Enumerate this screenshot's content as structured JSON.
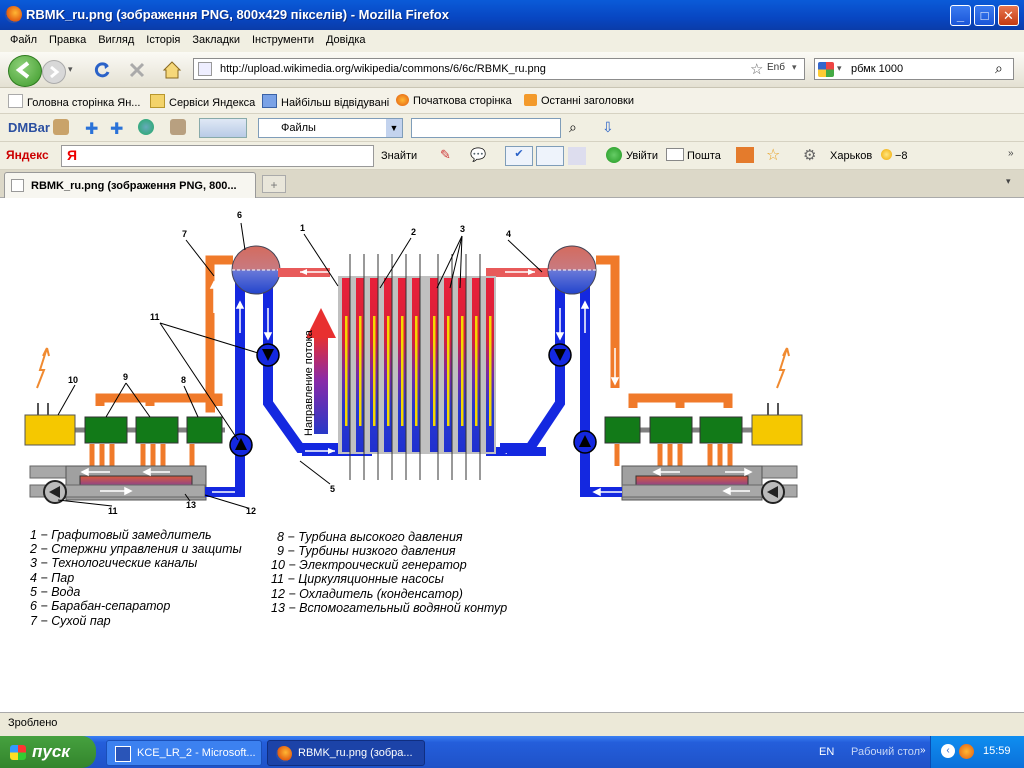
{
  "window": {
    "title": "RBMK_ru.png (зображення PNG, 800x429 пікселів) - Mozilla Firefox"
  },
  "menu": [
    "Файл",
    "Правка",
    "Вигляд",
    "Історія",
    "Закладки",
    "Інструменти",
    "Довідка"
  ],
  "nav": {
    "url": "http://upload.wikimedia.org/wikipedia/commons/6/6c/RBMK_ru.png",
    "search_value": "рбмк 1000",
    "search_engine": "Enб"
  },
  "bookmarks": [
    "Головна сторінка Ян...",
    "Сервіси Яндекса",
    "Найбільш відвідувані",
    "Початкова сторінка",
    "Останні заголовки"
  ],
  "dmbar": {
    "logo": "DMBar",
    "folder_select": "Файлы"
  },
  "yandex": {
    "logo": "Яндекс",
    "find": "Знайти",
    "login": "Увійти",
    "mail": "Пошта",
    "city": "Харьков",
    "temp": "−8"
  },
  "tab": {
    "label": "RBMK_ru.png (зображення PNG, 800..."
  },
  "status": {
    "text": "Зроблено"
  },
  "taskbar": {
    "start": "пуск",
    "items": [
      "KCE_LR_2 - Microsoft...",
      "RBMK_ru.png (зобра..."
    ],
    "lang": "EN",
    "desktop": "Рабочий стол",
    "clock": "15:59"
  },
  "diagram": {
    "flow_label": "Направление потока",
    "numbers": [
      "1",
      "2",
      "3",
      "4",
      "5",
      "6",
      "7",
      "8",
      "9",
      "10",
      "11",
      "12",
      "13"
    ],
    "legend_left": [
      "1 − Графитовый замедлитель",
      "2 − Стержни  управления и  защиты",
      "3  − Технологические каналы",
      "4 − Пар",
      "5 − Вода",
      "6 − Барабан-сепаратор",
      "7 − Сухой пар"
    ],
    "legend_right": [
      "8 − Турбина высокого давления",
      "9 − Турбины низкого давления",
      "10 − Электроический генератор",
      "11 − Циркуляционные насосы",
      "12 − Охладитель (конденсатор)",
      "13  − Вспомогательный водяной контур"
    ]
  }
}
